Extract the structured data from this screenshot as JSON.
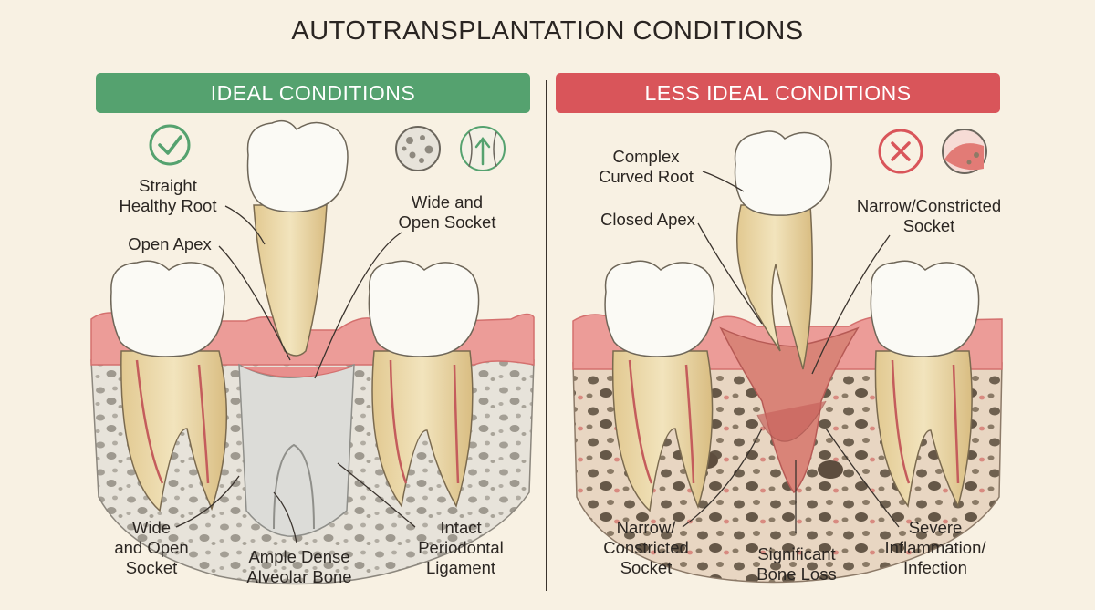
{
  "title": "AUTOTRANSPLANTATION CONDITIONS",
  "ideal": {
    "heading": "IDEAL CONDITIONS",
    "labels": {
      "straight_root": [
        "Straight",
        "Healthy Root"
      ],
      "open_apex": [
        "Open Apex"
      ],
      "wide_socket_top": [
        "Wide and",
        "Open Socket"
      ],
      "wide_socket_bottom": [
        "Wide",
        "and Open",
        "Socket"
      ],
      "ample_bone": [
        "Ample Dense",
        "Alveolar Bone"
      ],
      "intact_ligament": [
        "Intact",
        "Periodontal",
        "Ligament"
      ]
    }
  },
  "less_ideal": {
    "heading": "LESS IDEAL CONDITIONS",
    "labels": {
      "curved_root": [
        "Complex",
        "Curved Root"
      ],
      "closed_apex": [
        "Closed Apex"
      ],
      "narrow_socket_top": [
        "Narrow/Constricted",
        "Socket"
      ],
      "narrow_socket_bottom": [
        "Narrow/",
        "Constricted",
        "Socket"
      ],
      "bone_loss": [
        "Significant",
        "Bone Loss"
      ],
      "inflammation": [
        "Severe",
        "Inflammation/",
        "Infection"
      ]
    }
  },
  "colors": {
    "ideal_green": "#55a26f",
    "less_red": "#d9555a",
    "background": "#f8f1e3",
    "gum": "#e88f8d",
    "enamel": "#fbfaf5",
    "root": "#ecd9aa"
  },
  "icons": {
    "ideal": [
      "check-circle-icon",
      "dense-bone-circle-icon",
      "ligament-arrow-circle-icon"
    ],
    "less": [
      "x-circle-icon",
      "inflamed-tissue-circle-icon"
    ]
  }
}
